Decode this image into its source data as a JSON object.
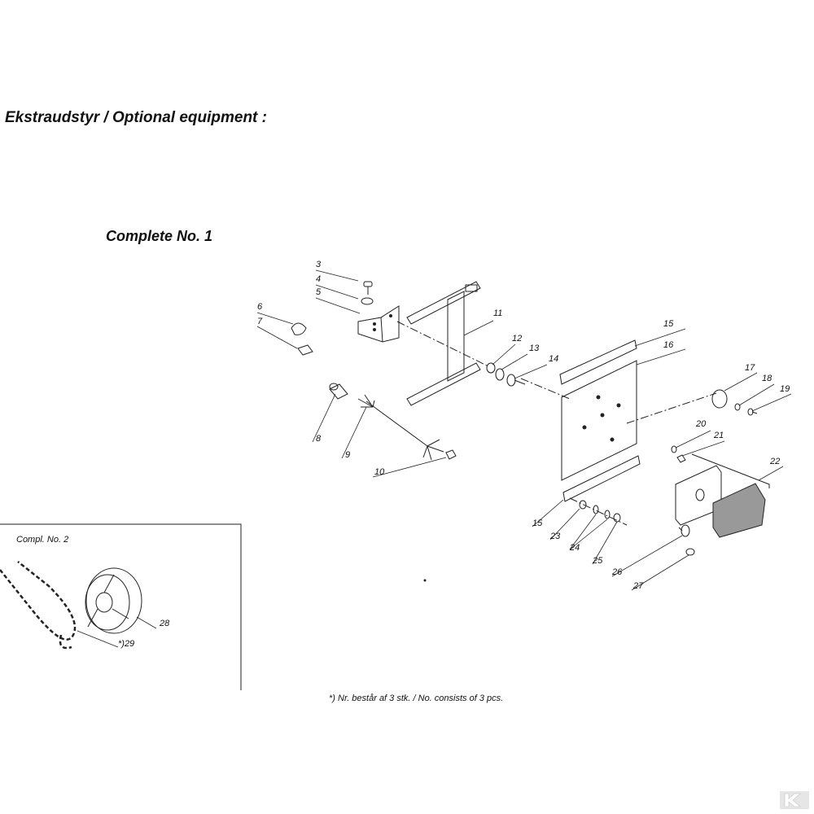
{
  "title": "Ekstraudstyr / Optional equipment :",
  "subtitle": "Complete No. 1",
  "compl2_label": "Compl. No. 2",
  "footnote": "*) Nr. består af 3 stk. / No. consists of 3 pcs.",
  "parts": [
    "3",
    "4",
    "5",
    "6",
    "7",
    "8",
    "9",
    "10",
    "11",
    "12",
    "13",
    "14",
    "15",
    "16",
    "17",
    "18",
    "19",
    "20",
    "21",
    "22",
    "15",
    "23",
    "24",
    "24",
    "25",
    "26",
    "27",
    "28",
    "*)29"
  ],
  "logo_icon": "k-logo-icon"
}
